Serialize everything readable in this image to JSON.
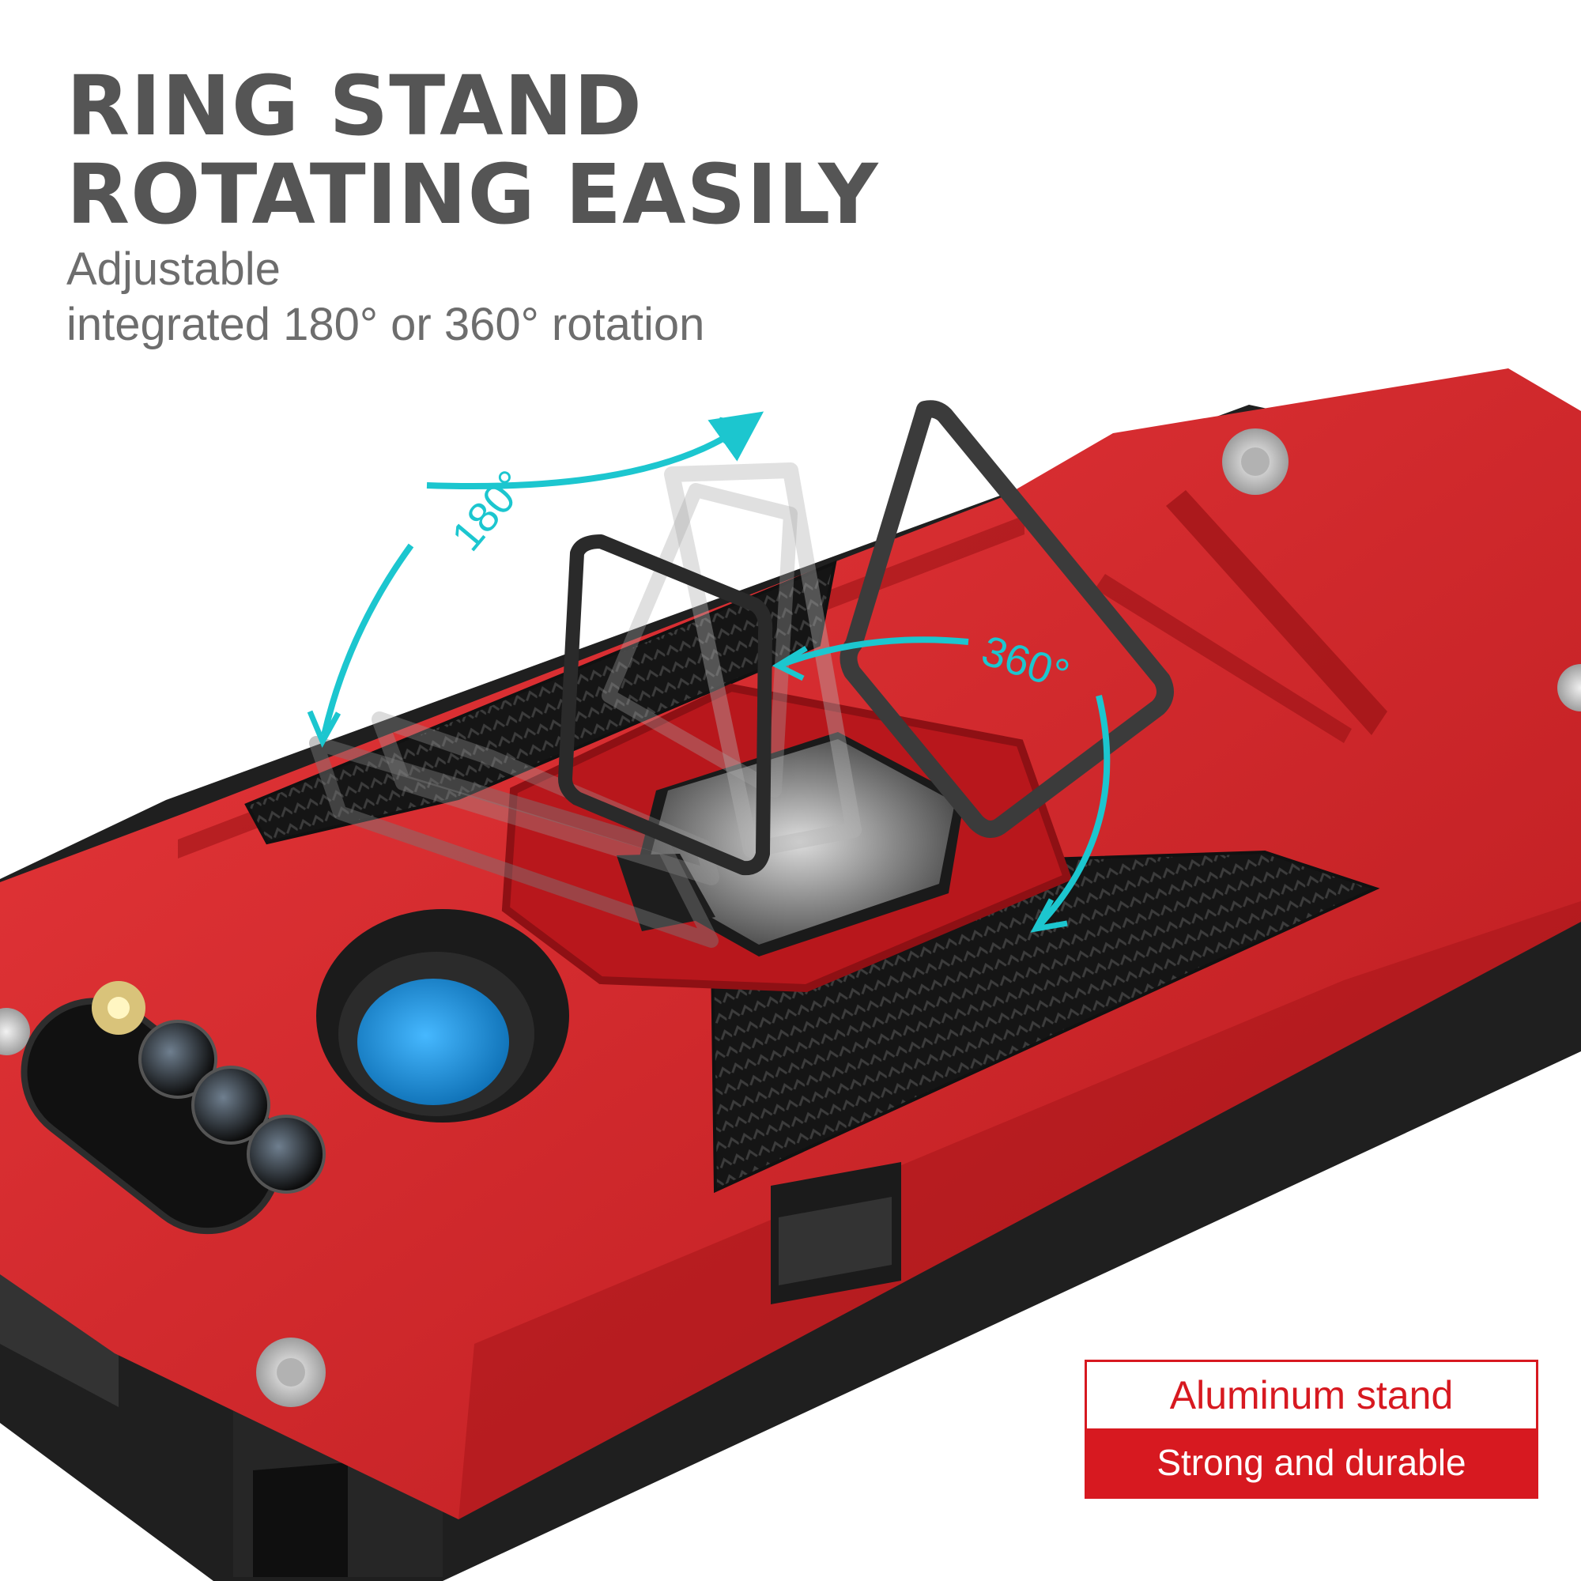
{
  "headline": {
    "line1": "RING STAND",
    "line2": "ROTATING EASILY"
  },
  "subline": {
    "line1": "Adjustable",
    "line2": "integrated 180° or 360° rotation"
  },
  "rotation_labels": {
    "half_turn": "180°",
    "full_turn": "360°"
  },
  "badge": {
    "title": "Aluminum stand",
    "subtitle": "Strong and durable"
  },
  "colors": {
    "case_red": "#d7262a",
    "bumper_black": "#1f1f1f",
    "arrow_cyan": "#1cc6cf",
    "badge_red": "#d71920",
    "heading_gray": "#555555"
  }
}
